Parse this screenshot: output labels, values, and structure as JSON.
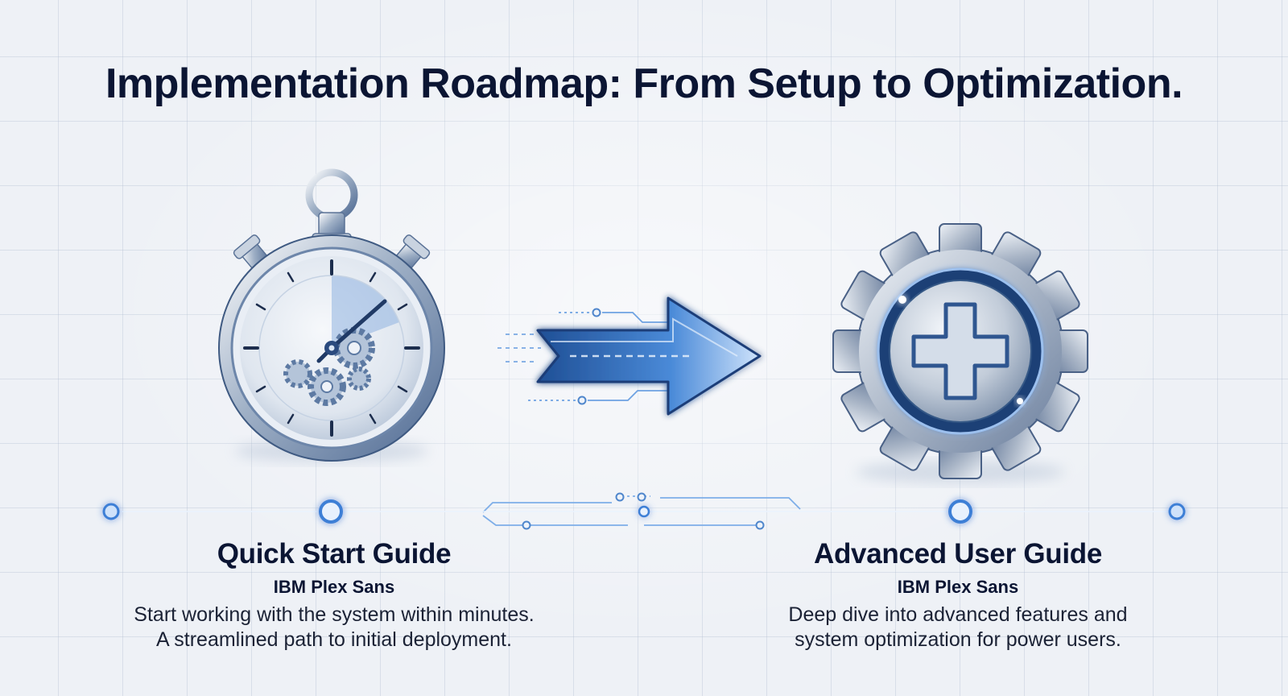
{
  "title": "Implementation Roadmap: From Setup to Optimization.",
  "stages": [
    {
      "title": "Quick Start Guide",
      "font_label": "IBM Plex Sans",
      "description_line1": "Start working with the system within minutes.",
      "description_line2": "A streamlined path to initial deployment.",
      "icon": "stopwatch-icon"
    },
    {
      "title": "Advanced User Guide",
      "font_label": "IBM Plex Sans",
      "description_line1": "Deep dive into advanced features and",
      "description_line2": "system optimization for power users.",
      "icon": "gear-plus-icon"
    }
  ],
  "connector_icon": "arrow-right-icon",
  "colors": {
    "accent": "#3d7fd6",
    "title": "#0b1533",
    "metal": "#b9c3d1"
  }
}
